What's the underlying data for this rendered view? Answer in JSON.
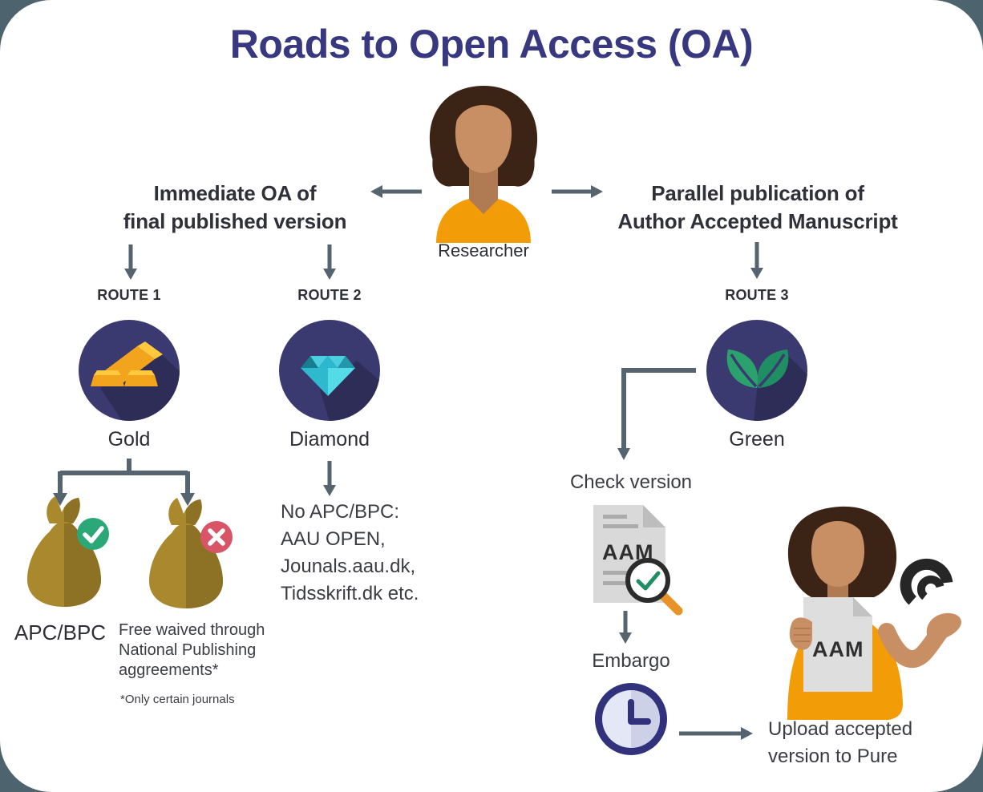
{
  "colors": {
    "background": "#4d636d",
    "card": "#ffffff",
    "title": "#383880",
    "text_dark": "#2f3038",
    "arrow": "#55646e",
    "route_circle": "#3a3a70",
    "route_circle_shadow": "#2d2d58",
    "gold": "#f2a51c",
    "diamond_cyan": "#49cfe0",
    "leaf_green": "#2ba26d",
    "money_bag": "#a9882e",
    "badge_green": "#2aa877",
    "badge_red": "#d85467",
    "shirt_orange": "#f29c07",
    "skin": "#c88e64",
    "clock_navy": "#32327c",
    "pure_logo": "#262626"
  },
  "title": "Roads to Open Access (OA)",
  "researcher": {
    "label": "Researcher"
  },
  "branches": {
    "left_heading": "Immediate OA of\nfinal published version",
    "right_heading": "Parallel publication of\nAuthor Accepted Manuscript"
  },
  "routes": [
    {
      "label": "ROUTE 1",
      "name": "Gold",
      "icon": "gold-bars-icon"
    },
    {
      "label": "ROUTE 2",
      "name": "Diamond",
      "icon": "diamond-icon"
    },
    {
      "label": "ROUTE 3",
      "name": "Green",
      "icon": "leaf-icon"
    }
  ],
  "route1": {
    "option_a": "APC/BPC",
    "option_b": "Free waived through National Publishing aggreements*",
    "footnote": "*Only certain journals"
  },
  "route2": {
    "lines": [
      "No APC/BPC:",
      "AAU OPEN,",
      "Jounals.aau.dk,",
      "Tidsskrift.dk etc."
    ]
  },
  "route3": {
    "check_version": "Check version",
    "aam_doc_label": "AAM",
    "embargo": "Embargo",
    "upload": "Upload accepted\nversion to Pure",
    "held_doc_label": "AAM"
  }
}
